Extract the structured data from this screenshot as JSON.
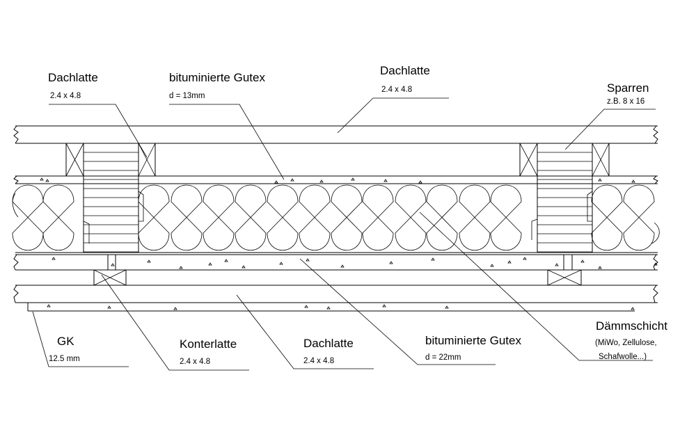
{
  "labels": {
    "dachlatte_top_left": {
      "title": "Dachlatte",
      "sub": "2.4 x 4.8"
    },
    "gutex_top": {
      "title": "bituminierte Gutex",
      "sub": "d = 13mm"
    },
    "dachlatte_top_right": {
      "title": "Dachlatte",
      "sub": "2.4 x 4.8"
    },
    "sparren": {
      "title": "Sparren",
      "sub": "z.B. 8 x 16"
    },
    "gk": {
      "title": "GK",
      "sub": "12.5 mm"
    },
    "konterlatte": {
      "title": "Konterlatte",
      "sub": "2.4 x 4.8"
    },
    "dachlatte_bottom": {
      "title": "Dachlatte",
      "sub": "2.4 x 4.8"
    },
    "gutex_bottom": {
      "title": "bituminierte Gutex",
      "sub": "d = 22mm"
    },
    "daemmschicht": {
      "title": "Dämmschicht",
      "sub1": "(MiWo, Zellulose,",
      "sub2": "Schafwolle...)"
    }
  }
}
